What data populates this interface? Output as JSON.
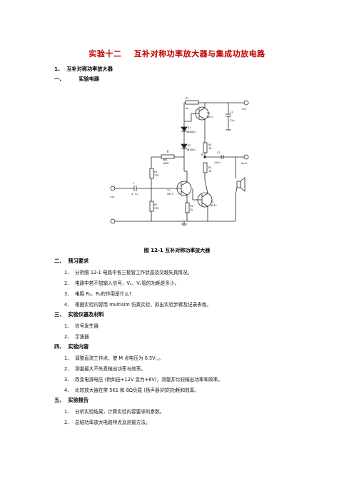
{
  "title": "实验十二    互补对称功率放大器与集成功放电路",
  "sec1": {
    "num": "1、",
    "label": "互补对称功率放大器"
  },
  "sec1_sub": {
    "num": "一、",
    "label": "实验电路"
  },
  "circuit": {
    "r7": "R7",
    "r7_val": "1k",
    "t2": "T2",
    "t2_type": "9013",
    "c1": "C1",
    "c1_val": "22u",
    "vcc": "VCC",
    "d1": "D1",
    "d1_type": "1N4001",
    "d2": "D2",
    "d2_type": "1N4001",
    "r4": "R4",
    "r4_val": "1Ω",
    "m": "M",
    "c2": "C2",
    "c2_val": "220u",
    "vout": "Vout",
    "rw": "RW1",
    "rw_val": "100K",
    "r1": "R1",
    "r1_val": "27K",
    "r5": "R5",
    "r5_val": "1Ω",
    "cin": "C",
    "cin_val": "4.7u",
    "t1": "T1",
    "t1_type": "9013",
    "vin": "Vin",
    "t3": "T3",
    "t3_type": "9012",
    "r2": "R2",
    "r2_val": "27K",
    "r3": "R3",
    "r3_val": "1k"
  },
  "figure_caption": "图 12-1 互补对称功率放大器",
  "sec2": {
    "num": "二、",
    "label": "预习要求"
  },
  "sec2_items": [
    "1、  分析图 12-1 电路中各三极管工作状态及交越失真情况。",
    "2、  电路中若不加输入信号，V₂、V₃管的功耗是多少。",
    "3、  电阻 R₄、R₅的作用是什么?",
    "4、  根据实验内容用 multisim 仿真实验，拟出实验步骤及记录表格。"
  ],
  "sec3": {
    "num": "三、",
    "label": "实验仪器及材料"
  },
  "sec3_items": [
    "1、  信号发生器",
    "2、  示波器"
  ],
  "sec4": {
    "num": "四、",
    "label": "实验内容"
  },
  "sec4_items": [
    "1、  调整直流工作点，使 M 点电压为 0.5V꜀꜀。",
    "2、  测量最大不失真输出功率与效率。",
    "3、  改变电源电压 (例如由+12V 变为+6V)，测量并比较输出功率和效率。",
    "4、  比较放大器在带 5K1 和 8Ω负载 (扬声器)时的功耗和效率。"
  ],
  "sec5": {
    "num": "五、",
    "label": "实验报告"
  },
  "sec5_items": [
    "1、  分析实验结果，计算实验内容要求的参数。",
    "2、  总结功率放大电路特点及测量方法。"
  ]
}
